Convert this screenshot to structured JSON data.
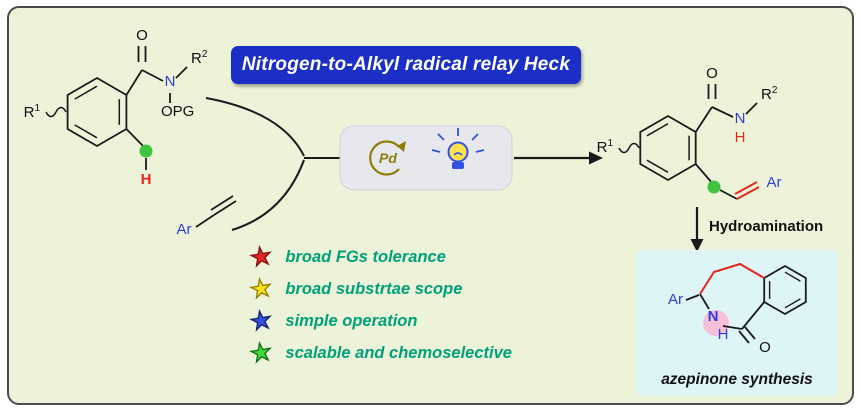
{
  "banner": {
    "title": "Nitrogen-to-Alkyl radical relay Heck"
  },
  "labels": {
    "r": "R",
    "sup1": "1",
    "sup2": "2",
    "o": "O",
    "n": "N",
    "opg": "OPG",
    "h": "H",
    "ar": "Ar",
    "pd": "Pd"
  },
  "hydroamination": {
    "label": "Hydroamination"
  },
  "features": [
    {
      "icon": "star-icon",
      "color": "#e8251f",
      "outline": "#7a0f0f",
      "text": "broad FGs tolerance"
    },
    {
      "icon": "star-icon",
      "color": "#ffe01a",
      "outline": "#8f7a00",
      "text": "broad substrtae scope"
    },
    {
      "icon": "star-icon",
      "color": "#2f52e0",
      "outline": "#101e66",
      "text": "simple operation"
    },
    {
      "icon": "star-icon",
      "color": "#41d83e",
      "outline": "#0c6b12",
      "text": "scalable and chemoselective"
    }
  ],
  "azepinone": {
    "caption": "azepinone synthesis"
  },
  "colors": {
    "background": "#edf3d8",
    "banner_blue": "#1b2ec6",
    "feature_text_teal": "#00a17a",
    "highlight_green": "#3fc43f",
    "highlight_pink": "#f7bfd8",
    "azepinone_box_cyan": "#def5f8",
    "bond_red": "#e8251f",
    "heteroatom_blue": "#2f3fd3",
    "pd_olive": "#8f7d0a"
  }
}
